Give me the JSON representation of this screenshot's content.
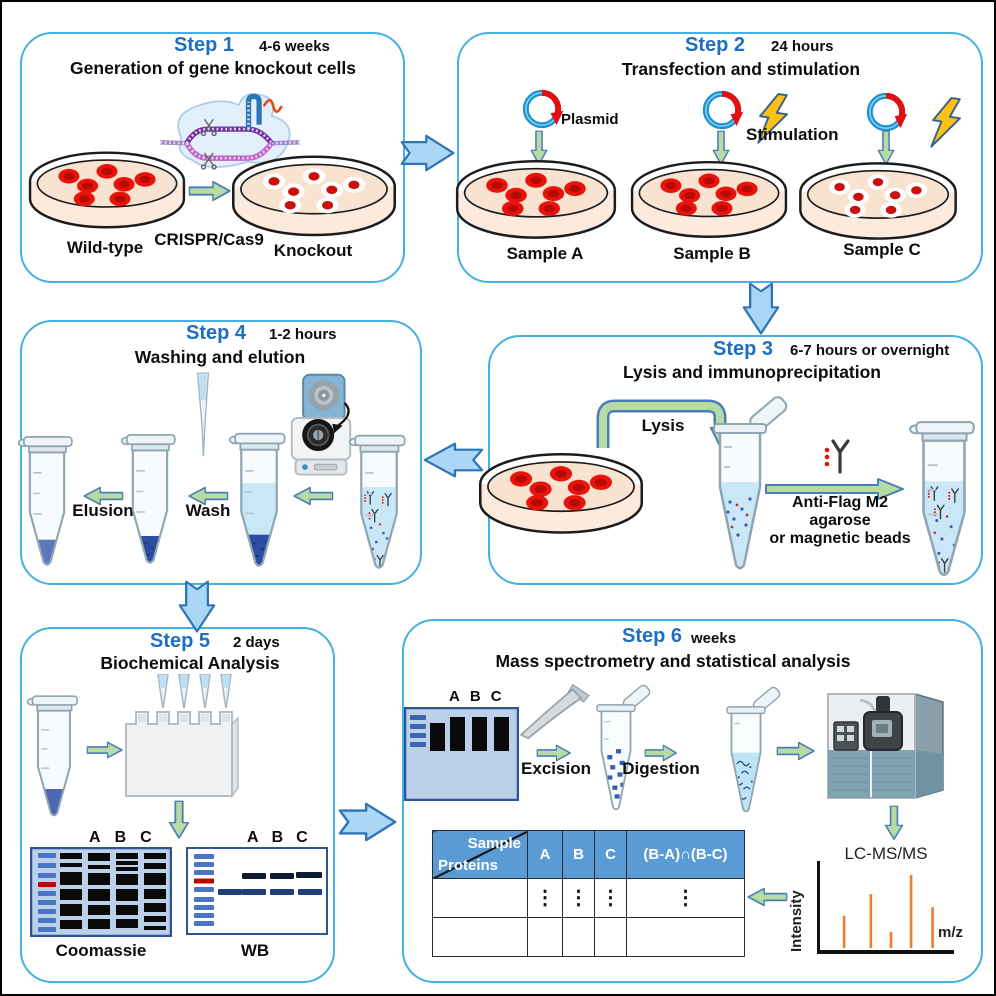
{
  "steps": {
    "step1": {
      "title": "Step 1",
      "duration": "4-6 weeks",
      "heading": "Generation of gene knockout cells",
      "labels": {
        "wild_type": "Wild-type",
        "crispr": "CRISPR/Cas9",
        "knockout": "Knockout"
      }
    },
    "step2": {
      "title": "Step 2",
      "duration": "24 hours",
      "heading": "Transfection and stimulation",
      "labels": {
        "plasmid": "Plasmid",
        "stimulation": "Stimulation",
        "sample_a": "Sample A",
        "sample_b": "Sample B",
        "sample_c": "Sample C"
      }
    },
    "step3": {
      "title": "Step 3",
      "duration": "6-7 hours or overnight",
      "heading": "Lysis and immunoprecipitation",
      "labels": {
        "lysis": "Lysis",
        "beads_line1": "Anti-Flag M2 agarose",
        "beads_line2": "or magnetic beads"
      }
    },
    "step4": {
      "title": "Step 4",
      "duration": "1-2 hours",
      "heading": "Washing and elution",
      "labels": {
        "elusion": "Elusion",
        "wash": "Wash"
      }
    },
    "step5": {
      "title": "Step 5",
      "duration": "2 days",
      "heading": "Biochemical Analysis",
      "lanes": [
        "A",
        "B",
        "C"
      ],
      "labels": {
        "coomassie": "Coomassie",
        "wb": "WB"
      }
    },
    "step6": {
      "title": "Step 6",
      "duration": "weeks",
      "heading": "Mass spectrometry and statistical analysis",
      "lanes": [
        "A",
        "B",
        "C"
      ],
      "labels": {
        "excision": "Excision",
        "digestion": "Digestion"
      },
      "lcms": {
        "title": "LC-MS/MS",
        "ylabel": "Intensity",
        "xlabel": "m/z",
        "peaks": [
          [
            0.18,
            0.42
          ],
          [
            0.38,
            0.7
          ],
          [
            0.53,
            0.21
          ],
          [
            0.68,
            0.95
          ],
          [
            0.84,
            0.53
          ]
        ]
      },
      "table": {
        "corner_top": "Sample",
        "corner_bottom": "Proteins",
        "columns": [
          "A",
          "B",
          "C",
          "(B-A)∩(B-C)"
        ],
        "ellipsis": "⋮"
      }
    }
  },
  "colors": {
    "box_border": "#45b0e3",
    "step_title_blue": "#1e6fc0",
    "green_arrow": "#b8dba3",
    "blue_arrow": "#abd6f6",
    "ms_peak": "#ed7d31",
    "table_header": "#5b9bd5",
    "gel_background": "#bcd0ea",
    "ladder_band": "#4a74c4",
    "ladder_red_band": "#c00000"
  }
}
